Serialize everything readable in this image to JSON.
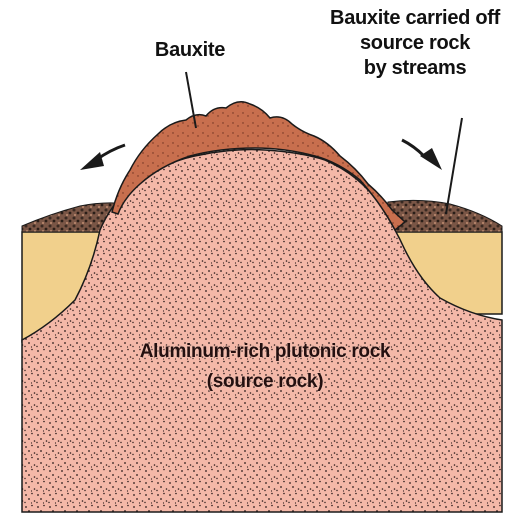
{
  "labels": {
    "bauxite": "Bauxite",
    "carried_line1": "Bauxite carried off",
    "carried_line2": "source rock",
    "carried_line3": "by streams",
    "source_line1": "Aluminum-rich plutonic rock",
    "source_line2": "(source rock)"
  },
  "colors": {
    "background": "#ffffff",
    "source_rock": "#f4b8a8",
    "source_rock_speckle": "#2a1a1a",
    "bauxite_cap": "#c86f4e",
    "sediment": "#f1d08c",
    "stream_deposit": "#6b4a3a",
    "outline": "#1a1a1a"
  }
}
